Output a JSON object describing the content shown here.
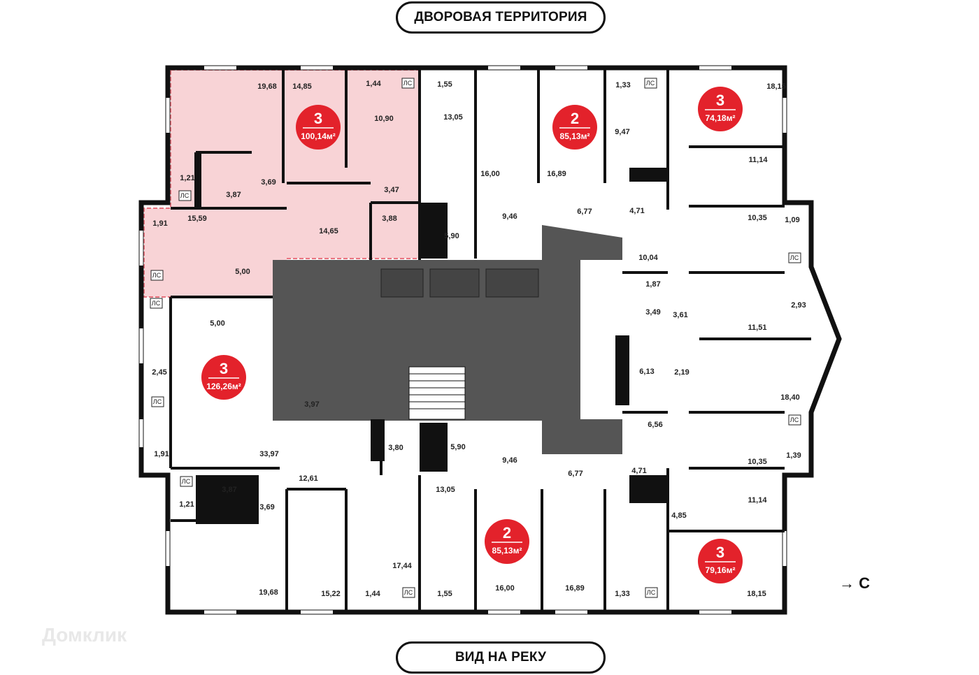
{
  "header": {
    "top_label": "ДВОРОВАЯ ТЕРРИТОРИЯ",
    "bottom_label": "ВИД НА РЕКУ"
  },
  "compass": {
    "arrow": "→",
    "letter": "С"
  },
  "watermark": "Домклик",
  "colors": {
    "highlight": "#f8d3d6",
    "highlight_border": "#e8737e",
    "badge": "#e3222b",
    "wall": "#111111",
    "core": "#555555"
  },
  "apartments": [
    {
      "id": "apt-highlight",
      "rooms": "3",
      "area": "100,14м²"
    },
    {
      "id": "apt-left",
      "rooms": "3",
      "area": "126,26м²"
    },
    {
      "id": "apt-top-center",
      "rooms": "2",
      "area": "85,13м²"
    },
    {
      "id": "apt-top-right",
      "rooms": "3",
      "area": "74,18м²"
    },
    {
      "id": "apt-bottom-center",
      "rooms": "2",
      "area": "85,13м²"
    },
    {
      "id": "apt-bottom-right",
      "rooms": "3",
      "area": "79,16м²"
    }
  ],
  "room_labels": [
    "19,68",
    "14,85",
    "1,44",
    "ЛС",
    "1,55",
    "13,05",
    "10,90",
    "1,21",
    "3,87",
    "3,69",
    "3,47",
    "ЛС",
    "1,91",
    "15,59",
    "14,65",
    "3,88",
    "5,00",
    "ЛС",
    "5,90",
    "16,00",
    "16,89",
    "1,33",
    "ЛС",
    "9,47",
    "18,15",
    "11,14",
    "10,35",
    "1,09",
    "9,46",
    "6,77",
    "4,71",
    "10,04",
    "ЛС",
    "1,87",
    "3,49",
    "3,61",
    "2,93",
    "11,51",
    "ЛС",
    "5,00",
    "2,45",
    "ЛС",
    "1,91",
    "33,97",
    "3,97",
    "6,13",
    "2,19",
    "18,40",
    "6,56",
    "10,35",
    "ЛС",
    "1,39",
    "3,80",
    "5,90",
    "9,46",
    "6,77",
    "4,71",
    "12,61",
    "ЛС",
    "3,87",
    "1,21",
    "3,69",
    "13,05",
    "11,14",
    "4,85",
    "17,44",
    "1,44",
    "ЛС",
    "1,55",
    "16,00",
    "16,89",
    "1,33",
    "ЛС",
    "19,68",
    "15,22",
    "18,15"
  ]
}
